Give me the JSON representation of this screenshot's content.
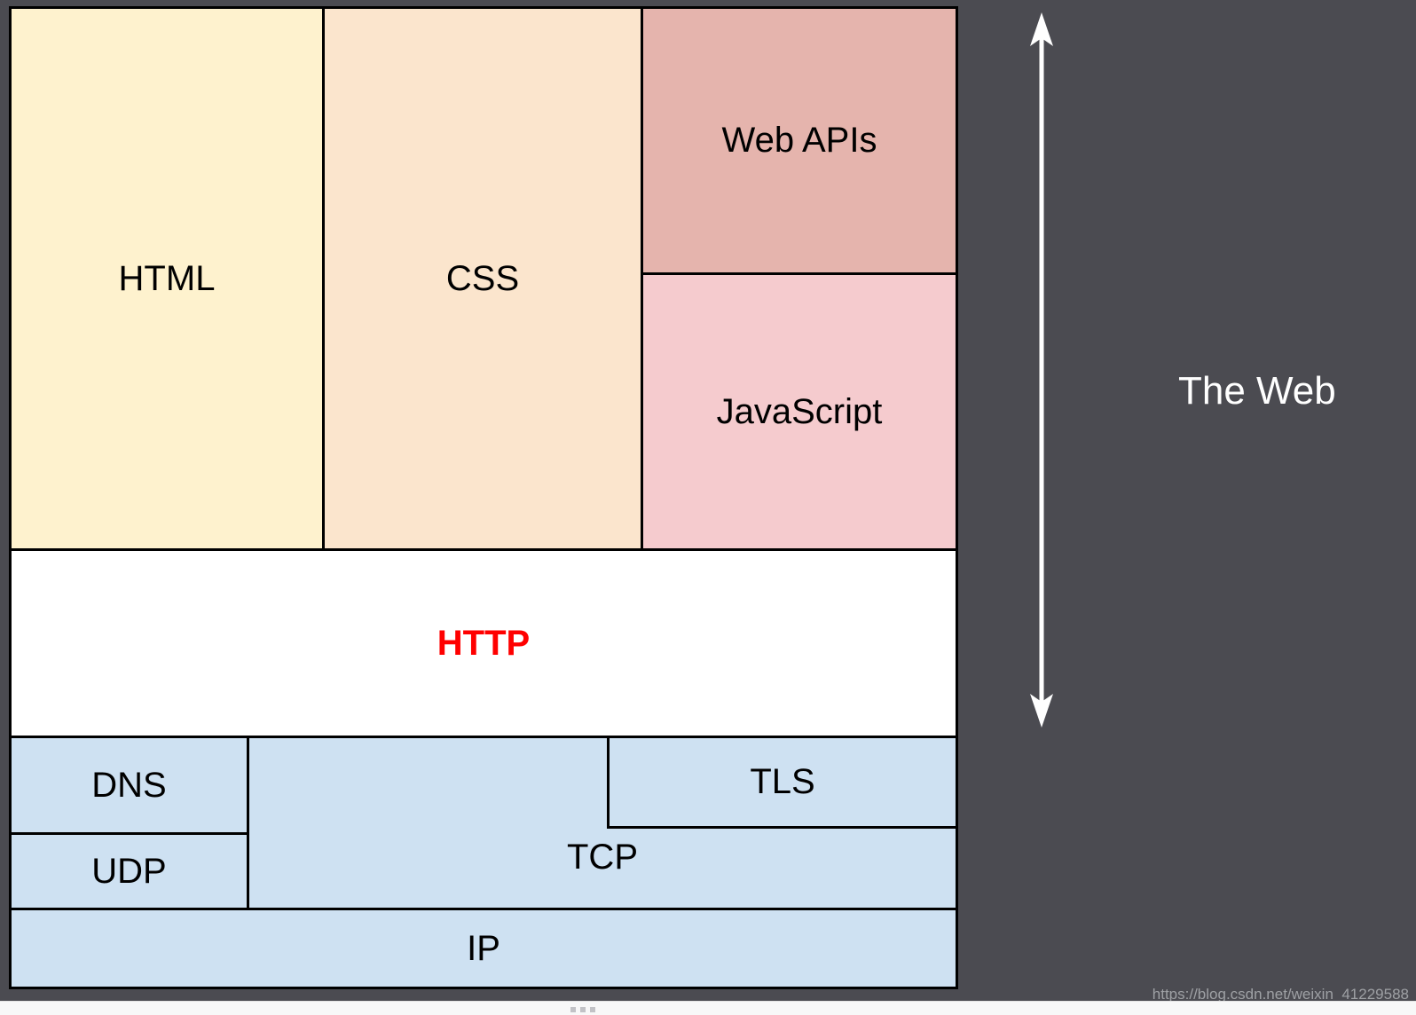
{
  "colors": {
    "background": "#4B4B51",
    "border": "#000000",
    "network_block": "#CEE1F2",
    "http_text": "#FF0000",
    "side_label_text": "#FFFFFF",
    "arrow": "#FFFFFF",
    "watermark_text": "#9EA0A4"
  },
  "blocks": {
    "html": {
      "label": "HTML",
      "color": "#FEF2CE"
    },
    "css": {
      "label": "CSS",
      "color": "#FBE5CD"
    },
    "web_apis": {
      "label": "Web APIs",
      "color": "#E5B4AD"
    },
    "javascript": {
      "label": "JavaScript",
      "color": "#F5CBCE"
    },
    "http": {
      "label": "HTTP",
      "color": "#FFFFFF",
      "label_color": "#FF0000"
    },
    "dns": {
      "label": "DNS",
      "color": "#CEE1F2"
    },
    "udp": {
      "label": "UDP",
      "color": "#CEE1F2"
    },
    "tcp": {
      "label": "TCP",
      "color": "#CEE1F2"
    },
    "tls": {
      "label": "TLS",
      "color": "#CEE1F2"
    },
    "ip": {
      "label": "IP",
      "color": "#CEE1F2"
    }
  },
  "side_label": {
    "text": "The Web"
  },
  "arrow": {
    "icon": "double-headed-vertical-arrow"
  },
  "watermark": {
    "text": "https://blog.csdn.net/weixin_41229588"
  },
  "bottom_bar": {
    "handle_icon": "ellipsis-drag-handle"
  }
}
